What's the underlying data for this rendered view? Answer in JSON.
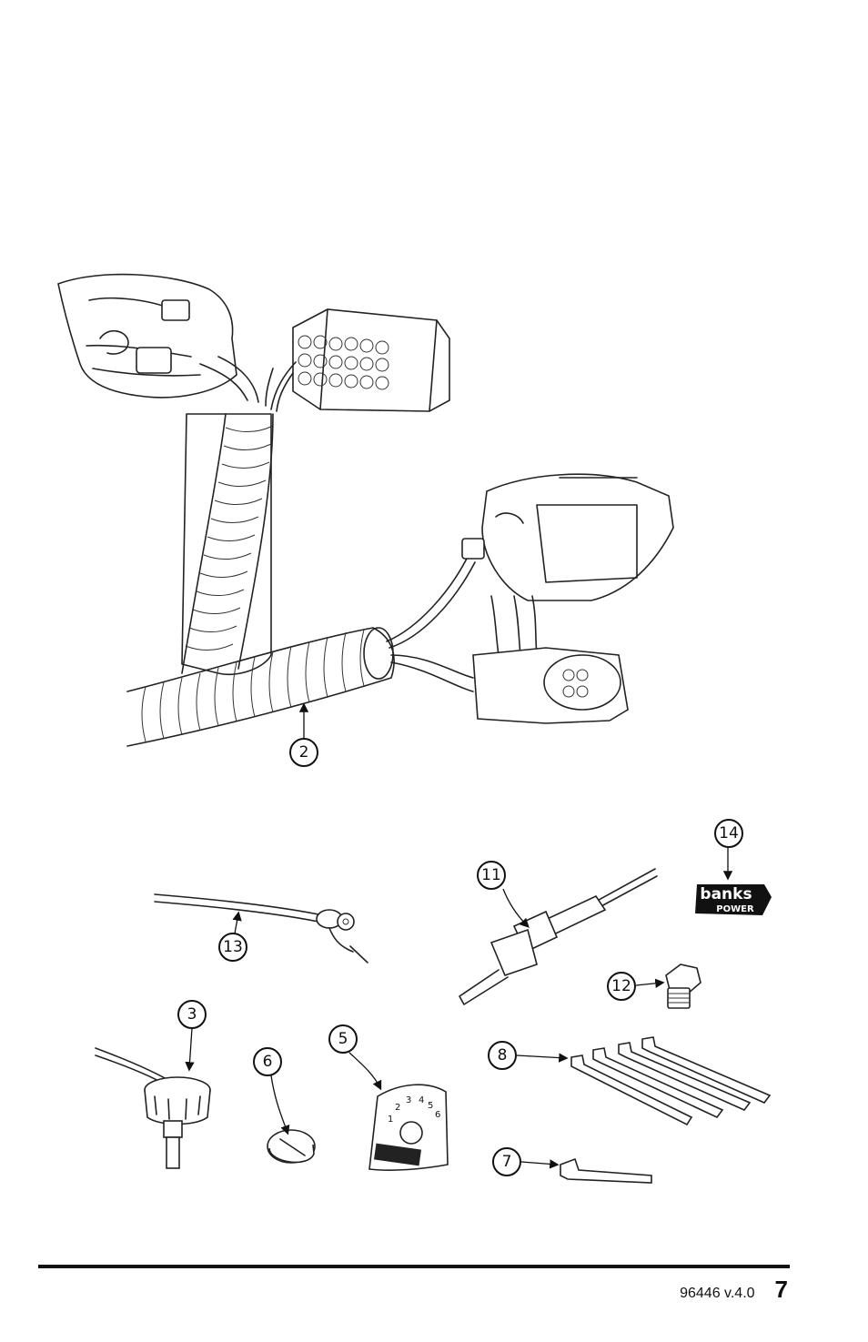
{
  "footer": {
    "document_id": "96446 v.4.0",
    "page_number": "7"
  },
  "callouts": {
    "c2": "2",
    "c3": "3",
    "c5": "5",
    "c6": "6",
    "c7": "7",
    "c8": "8",
    "c11": "11",
    "c12": "12",
    "c13": "13",
    "c14": "14"
  },
  "parts": {
    "logo_line1": "banks",
    "logo_line2": "POWER",
    "knob_plate_numbers": [
      "1",
      "2",
      "3",
      "4",
      "5",
      "6"
    ]
  }
}
